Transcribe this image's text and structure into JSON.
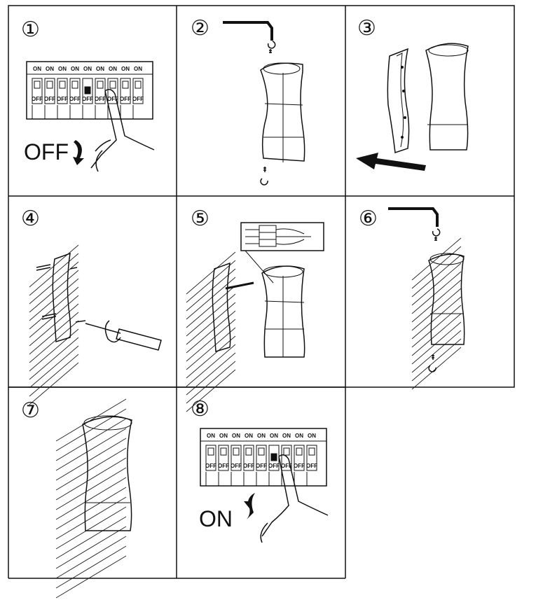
{
  "steps": [
    {
      "number": "①"
    },
    {
      "number": "②"
    },
    {
      "number": "③"
    },
    {
      "number": "④"
    },
    {
      "number": "⑤"
    },
    {
      "number": "⑥"
    },
    {
      "number": "⑦"
    },
    {
      "number": "⑧"
    }
  ],
  "breaker": {
    "on_label": "ON",
    "off_label": "OFF",
    "switch_count": 9
  },
  "step1": {
    "action_text": "OFF"
  },
  "step8": {
    "action_text": "ON"
  }
}
